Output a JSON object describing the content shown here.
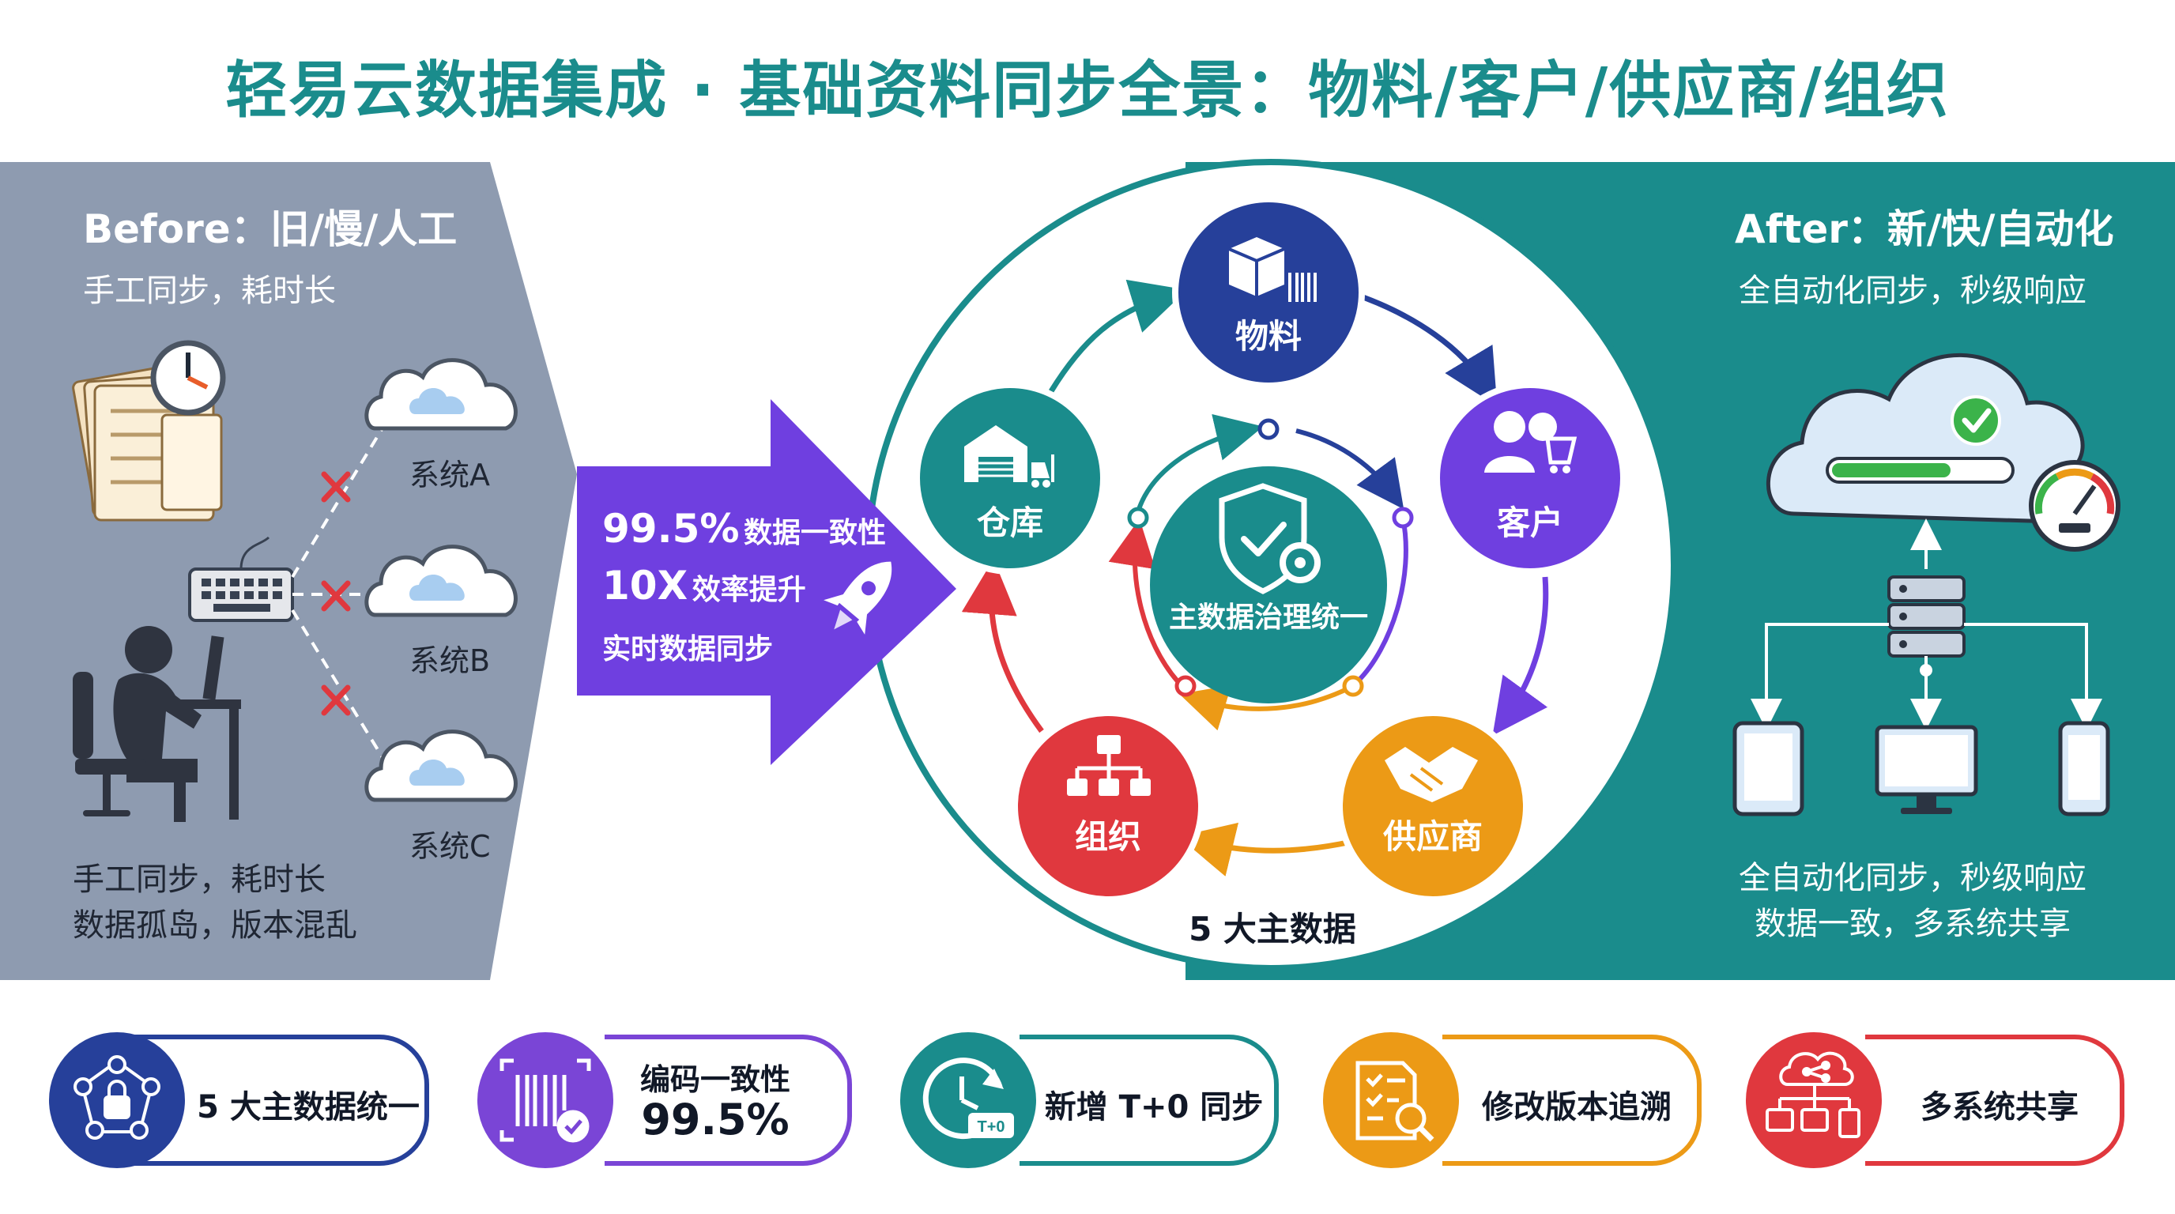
{
  "title": "轻易云数据集成 · 基础资料同步全景：物料/客户/供应商/组织",
  "before": {
    "heading": "Before：旧/慢/人工",
    "subtitle": "手工同步，耗时长",
    "systems": [
      "系统A",
      "系统B",
      "系统C"
    ],
    "notes": [
      "手工同步，耗时长",
      "数据孤岛，版本混乱"
    ]
  },
  "banner": {
    "line1_value": "99.5%",
    "line1_text": "数据一致性",
    "line2_value": "10X",
    "line2_text": "效率提升",
    "line3_text": "实时数据同步"
  },
  "hub": {
    "center": "主数据治理统一",
    "nodes": {
      "material": "物料",
      "customer": "客户",
      "supplier": "供应商",
      "org": "组织",
      "warehouse": "仓库"
    },
    "caption": "5 大主数据"
  },
  "after": {
    "heading": "After：新/快/自动化",
    "subtitle": "全自动化同步，秒级响应",
    "notes": [
      "全自动化同步，秒级响应",
      "数据一致，多系统共享"
    ]
  },
  "features": [
    {
      "text": "5 大主数据统一",
      "color": "#26409a"
    },
    {
      "text": "编码一致性",
      "value": "99.5%",
      "color": "#7a45d6"
    },
    {
      "text": "新增 T+0 同步",
      "badge": "T+0",
      "color": "#1a8c8c"
    },
    {
      "text": "修改版本追溯",
      "color": "#ec9a16"
    },
    {
      "text": "多系统共享",
      "color": "#e0383e"
    }
  ],
  "colors": {
    "teal": "#1a8c8c",
    "navy": "#26409a",
    "purple": "#6f3fe0",
    "violet": "#7a45d6",
    "red": "#e0383e",
    "orange": "#ec9a16",
    "gray": "#8e9bb0"
  }
}
